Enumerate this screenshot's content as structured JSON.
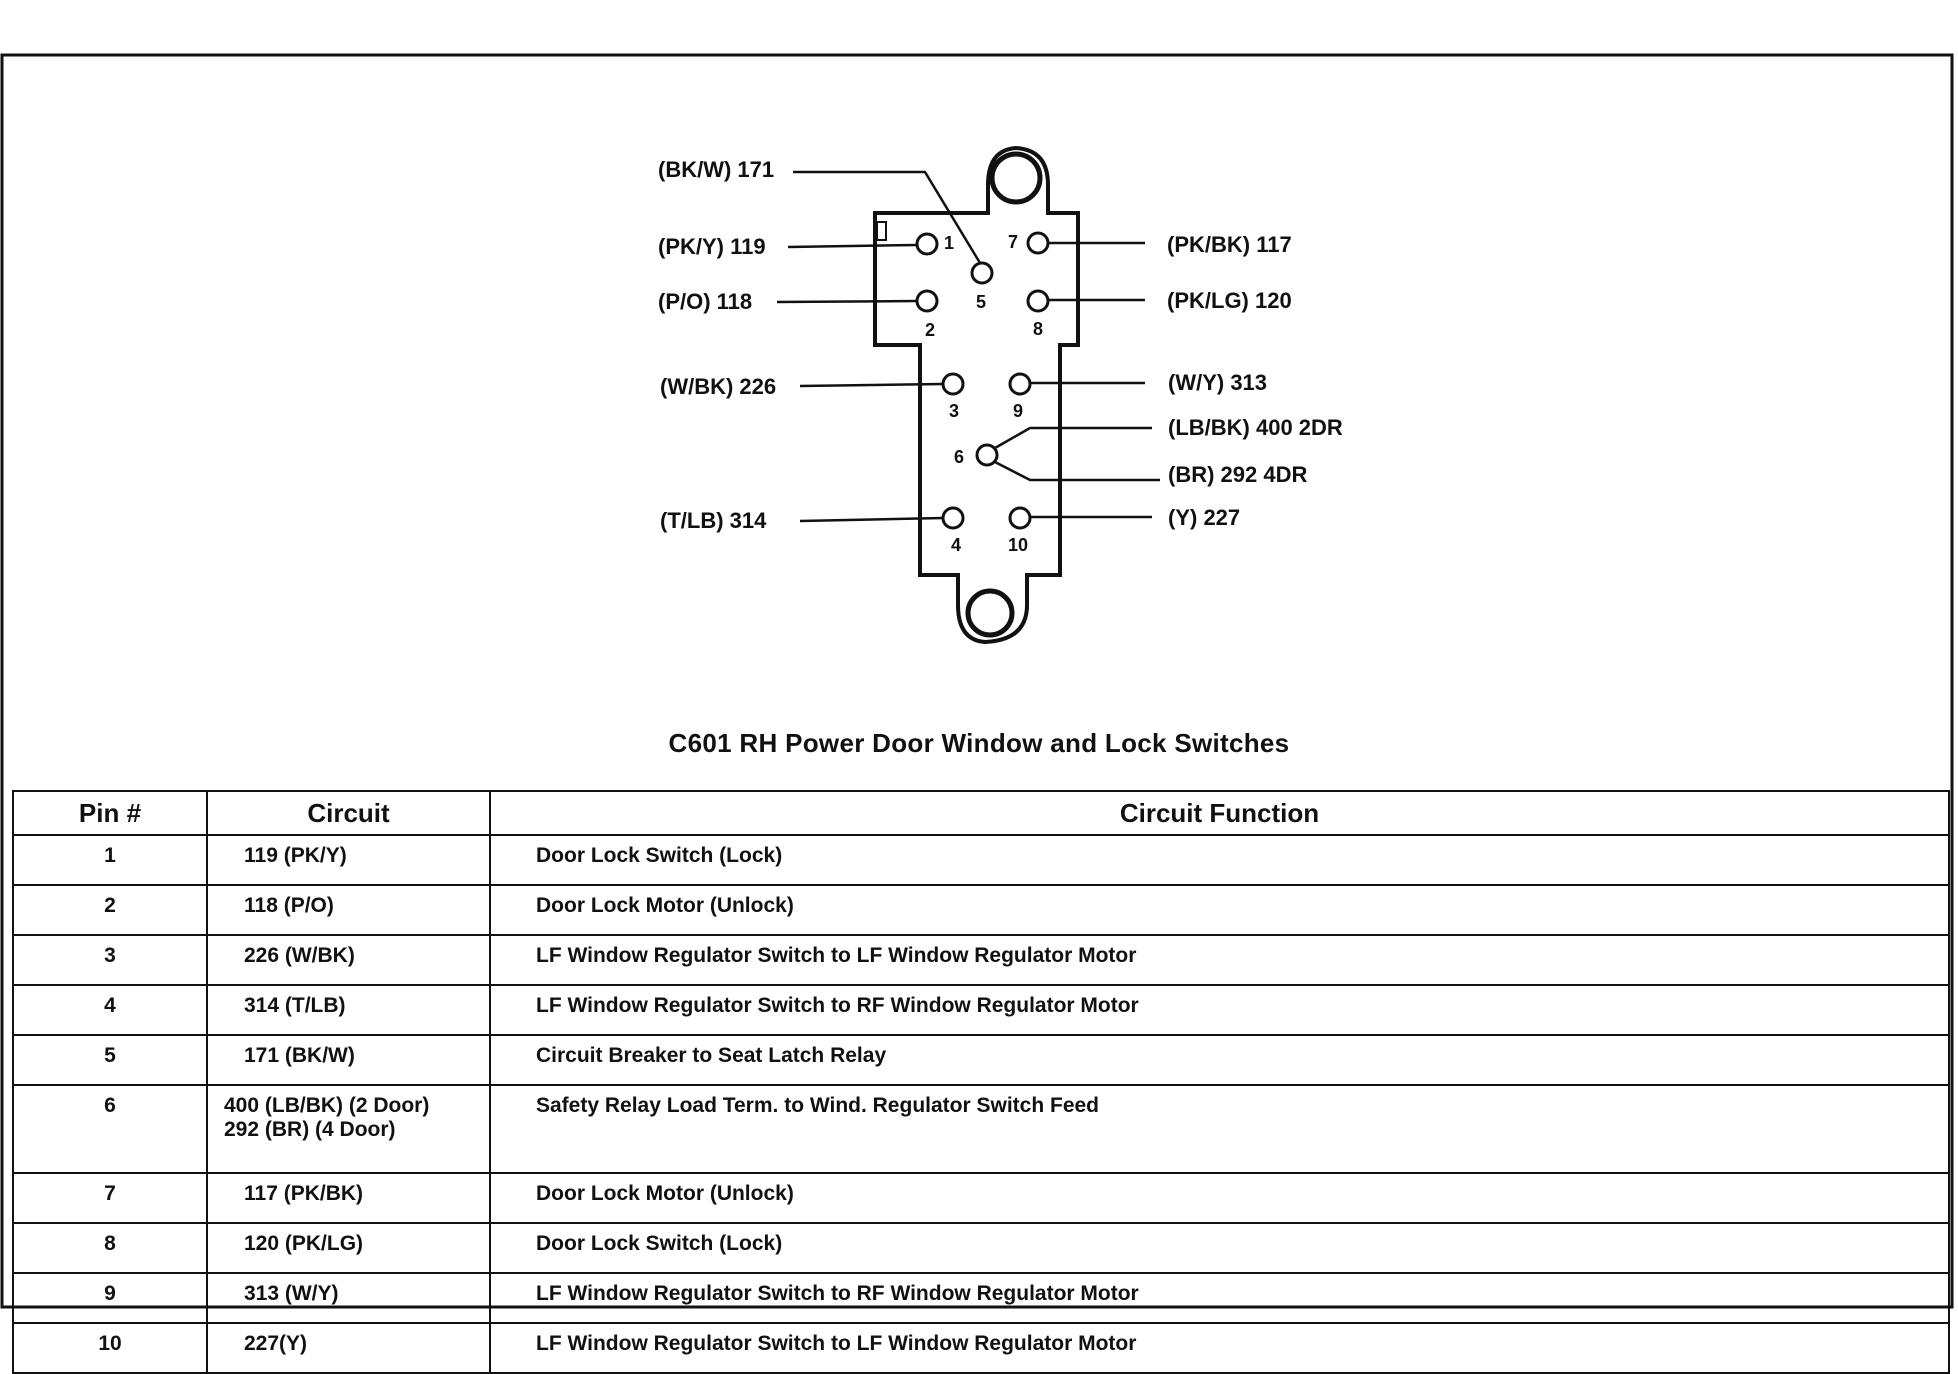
{
  "diagram": {
    "caption": "C601 RH Power Door Window and Lock Switches",
    "left_labels": [
      {
        "pin": "5",
        "label": "(BK/W) 171"
      },
      {
        "pin": "1",
        "label": "(PK/Y) 119"
      },
      {
        "pin": "2",
        "label": "(P/O) 118"
      },
      {
        "pin": "3",
        "label": "(W/BK) 226"
      },
      {
        "pin": "4",
        "label": "(T/LB) 314"
      }
    ],
    "right_labels": [
      {
        "pin": "7",
        "label": "(PK/BK) 117"
      },
      {
        "pin": "8",
        "label": "(PK/LG) 120"
      },
      {
        "pin": "9",
        "label": "(W/Y) 313"
      },
      {
        "pin": "6",
        "label": "(LB/BK) 400 2DR"
      },
      {
        "pin": "6",
        "label": "(BR) 292 4DR"
      },
      {
        "pin": "10",
        "label": "(Y) 227"
      }
    ],
    "pin_numbers": [
      "1",
      "2",
      "3",
      "4",
      "5",
      "6",
      "7",
      "8",
      "9",
      "10"
    ]
  },
  "table": {
    "headers": [
      "Pin #",
      "Circuit",
      "Circuit Function"
    ],
    "rows": [
      {
        "pin": "1",
        "circuit": "119 (PK/Y)",
        "function": "Door Lock Switch (Lock)"
      },
      {
        "pin": "2",
        "circuit": "118 (P/O)",
        "function": "Door Lock Motor (Unlock)"
      },
      {
        "pin": "3",
        "circuit": "226 (W/BK)",
        "function": "LF Window Regulator Switch to LF Window Regulator Motor"
      },
      {
        "pin": "4",
        "circuit": "314 (T/LB)",
        "function": "LF Window Regulator Switch to RF Window Regulator Motor"
      },
      {
        "pin": "5",
        "circuit": "171 (BK/W)",
        "function": "Circuit Breaker to Seat Latch Relay"
      },
      {
        "pin": "6",
        "circuit": "400 (LB/BK) (2 Door)\n292 (BR) (4 Door)",
        "function": "Safety Relay Load Term. to Wind. Regulator Switch Feed"
      },
      {
        "pin": "7",
        "circuit": "117 (PK/BK)",
        "function": "Door Lock Motor (Unlock)"
      },
      {
        "pin": "8",
        "circuit": "120 (PK/LG)",
        "function": "Door Lock Switch (Lock)"
      },
      {
        "pin": "9",
        "circuit": "313 (W/Y)",
        "function": "LF Window Regulator Switch to RF Window Regulator Motor"
      },
      {
        "pin": "10",
        "circuit": "227(Y)",
        "function": "LF Window Regulator Switch to LF Window Regulator Motor"
      }
    ]
  }
}
